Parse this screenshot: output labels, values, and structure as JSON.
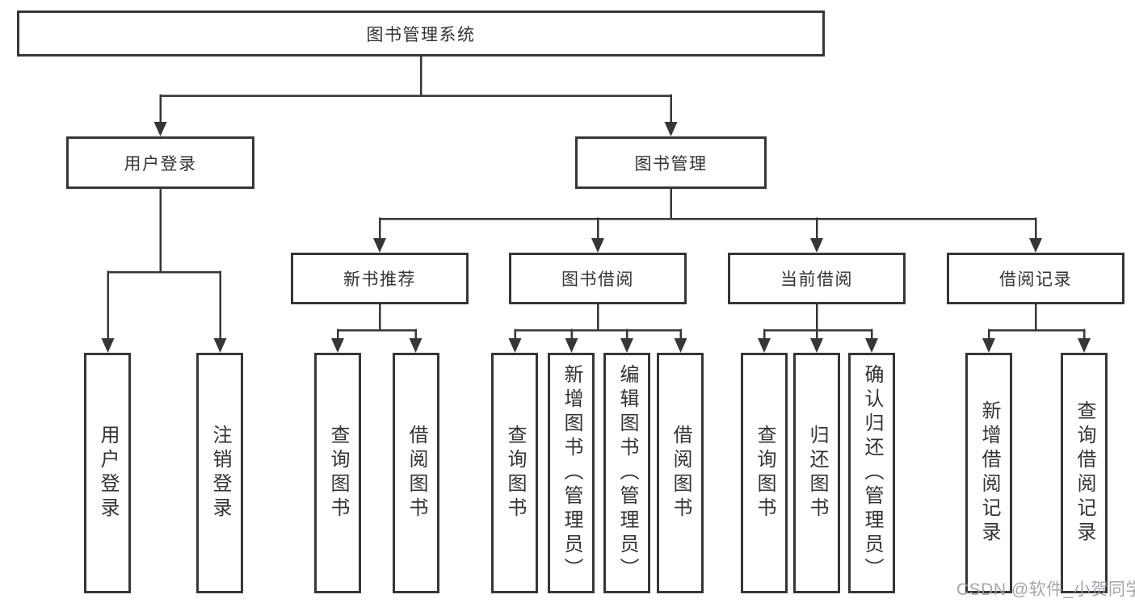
{
  "diagram": {
    "root": {
      "label": "图书管理系统"
    },
    "branches": [
      {
        "label": "用户登录",
        "children": [
          {
            "label": "用户登录"
          },
          {
            "label": "注销登录"
          }
        ]
      },
      {
        "label": "图书管理",
        "children": [
          {
            "label": "新书推荐",
            "children": [
              {
                "label": "查询图书"
              },
              {
                "label": "借阅图书"
              }
            ]
          },
          {
            "label": "图书借阅",
            "children": [
              {
                "label": "查询图书"
              },
              {
                "label": "新增图书（管理员）"
              },
              {
                "label": "编辑图书（管理员）"
              },
              {
                "label": "借阅图书"
              }
            ]
          },
          {
            "label": "当前借阅",
            "children": [
              {
                "label": "查询图书"
              },
              {
                "label": "归还图书"
              },
              {
                "label": "确认归还（管理员）"
              }
            ]
          },
          {
            "label": "借阅记录",
            "children": [
              {
                "label": "新增借阅记录"
              },
              {
                "label": "查询借阅记录"
              }
            ]
          }
        ]
      }
    ]
  },
  "watermark": {
    "text": "CSDN @软件_小贺同学"
  },
  "colors": {
    "line": "#363636",
    "box_border": "#363636",
    "text": "#333333",
    "watermark": "#9a9fa5"
  }
}
